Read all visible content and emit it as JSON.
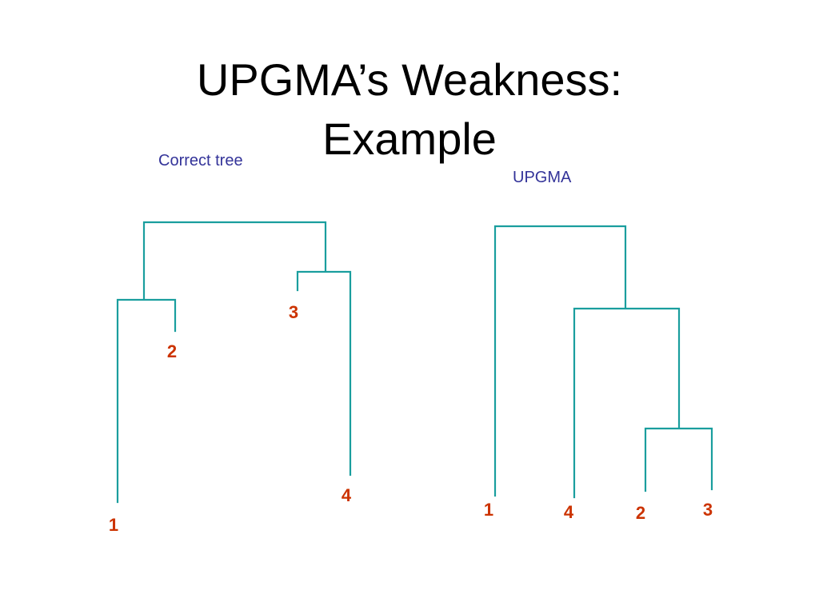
{
  "slide": {
    "title_line_1": "UPGMA’s Weakness:",
    "title_line_2": "Example"
  },
  "captions": {
    "left": "Correct tree",
    "right": "UPGMA"
  },
  "colors": {
    "branch": "#1a9e9e",
    "leaf_label": "#cc3300",
    "caption": "#333399",
    "title": "#000000"
  },
  "trees": {
    "correct": {
      "leaves": [
        "1",
        "2",
        "3",
        "4"
      ]
    },
    "upgma": {
      "leaves": [
        "1",
        "4",
        "2",
        "3"
      ]
    }
  }
}
